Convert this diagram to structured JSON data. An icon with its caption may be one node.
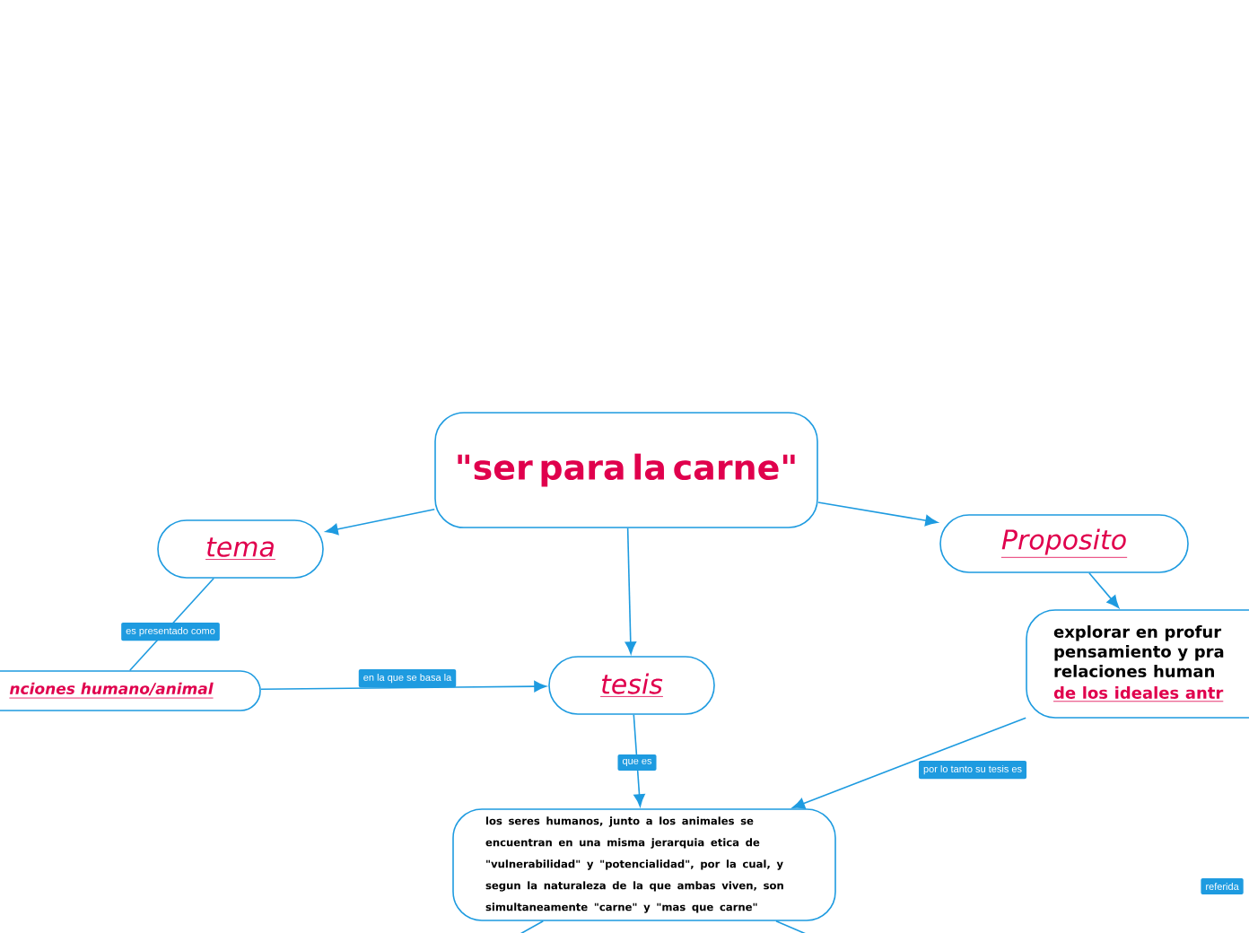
{
  "diagram": {
    "nodes": [
      {
        "text": [
          "\"ser para la carne\""
        ]
      },
      {
        "text": [
          "tema"
        ]
      },
      {
        "text": [
          "Proposito"
        ]
      },
      {
        "text": [
          "nciones humano/animal"
        ]
      },
      {
        "text": [
          "tesis"
        ]
      },
      {
        "text": [
          "explorar en profur pensamiento y pra relaciones human",
          "de los ideales antr"
        ]
      },
      {
        "text": [
          "los seres humanos, junto a los animales se encuentran en una misma jerarquia etica de \"vulnerabilidad\" y \"potencialidad\", por la cual, y segun la naturaleza de la que ambas viven, son simultaneamente \"carne\" y \"mas que carne\""
        ]
      }
    ],
    "edges": [
      {
        "from": 0,
        "to": 1,
        "arrow": "to"
      },
      {
        "from": 0,
        "to": 4,
        "arrow": "to"
      },
      {
        "from": 0,
        "to": 2,
        "arrow": "to"
      },
      {
        "from": 1,
        "to": 3,
        "arrow": "none",
        "label": "es presentado como"
      },
      {
        "from": 3,
        "to": 4,
        "arrow": "to",
        "label": "en la que se basa la"
      },
      {
        "from": 4,
        "to": 6,
        "arrow": "to",
        "label": "que es"
      },
      {
        "from": 2,
        "to": 5,
        "arrow": "to"
      },
      {
        "from": 5,
        "to": 6,
        "arrow": "to",
        "label": "por lo tanto su tesis es"
      },
      {
        "from": 6,
        "to": null,
        "arrow": "none"
      },
      {
        "from": 6,
        "to": null,
        "arrow": "none"
      }
    ],
    "labels": [
      "referida"
    ]
  }
}
